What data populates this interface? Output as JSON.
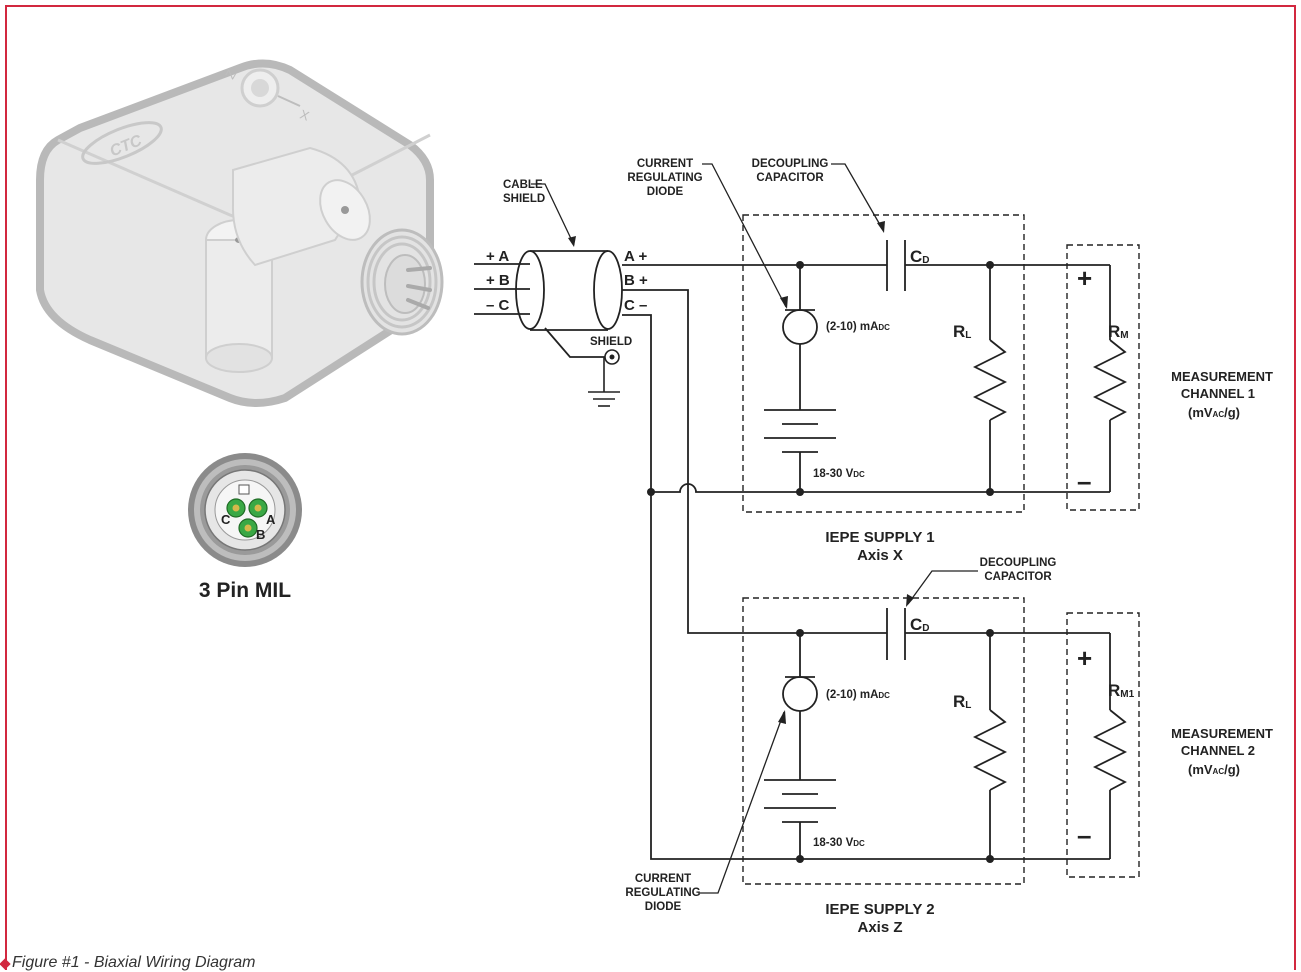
{
  "caption": "Figure #1 - Biaxial Wiring Diagram",
  "colors": {
    "frame": "#d2283f",
    "wire": "#222222",
    "pin_green": "#3aa845",
    "pin_gold": "#c9a227"
  },
  "sensor": {
    "logo": "CTC",
    "axis_z": "Z",
    "axis_x": "X"
  },
  "connector": {
    "title": "3 Pin MIL",
    "pins": [
      "A",
      "B",
      "C"
    ]
  },
  "cable": {
    "shield_label": [
      "CABLE",
      "SHIELD"
    ],
    "left_pins": [
      "+ A",
      "+ B",
      "– C"
    ],
    "right_pins": [
      "A +",
      "B +",
      "C –"
    ],
    "drain_label": "SHIELD"
  },
  "supply1": {
    "crd_label": [
      "CURRENT",
      "REGULATING",
      "DIODE"
    ],
    "cap_label": [
      "DECOUPLING",
      "CAPACITOR"
    ],
    "cap_name": "C",
    "cap_sub": "D",
    "current_main": "(2-10) mA",
    "current_sub": "DC",
    "res_name": "R",
    "res_sub": "L",
    "voltage_main": "18-30 V",
    "voltage_sub": "DC",
    "title": "IEPE SUPPLY 1",
    "axis": "Axis X"
  },
  "supply2": {
    "crd_label": [
      "CURRENT",
      "REGULATING",
      "DIODE"
    ],
    "cap_label": [
      "DECOUPLING",
      "CAPACITOR"
    ],
    "cap_name": "C",
    "cap_sub": "D",
    "current_main": "(2-10) mA",
    "current_sub": "DC",
    "res_name": "R",
    "res_sub": "L",
    "voltage_main": "18-30 V",
    "voltage_sub": "DC",
    "title": "IEPE SUPPLY 2",
    "axis": "Axis Z"
  },
  "channel1": {
    "plus": "+",
    "minus": "–",
    "res_name": "R",
    "res_sub": "M",
    "label": [
      "MEASUREMENT",
      "CHANNEL 1"
    ],
    "units_open": "(mV",
    "units_sub": "AC",
    "units_close": "/g)"
  },
  "channel2": {
    "plus": "+",
    "minus": "–",
    "res_name": "R",
    "res_sub": "M1",
    "label": [
      "MEASUREMENT",
      "CHANNEL 2"
    ],
    "units_open": "(mV",
    "units_sub": "AC",
    "units_close": "/g)"
  }
}
